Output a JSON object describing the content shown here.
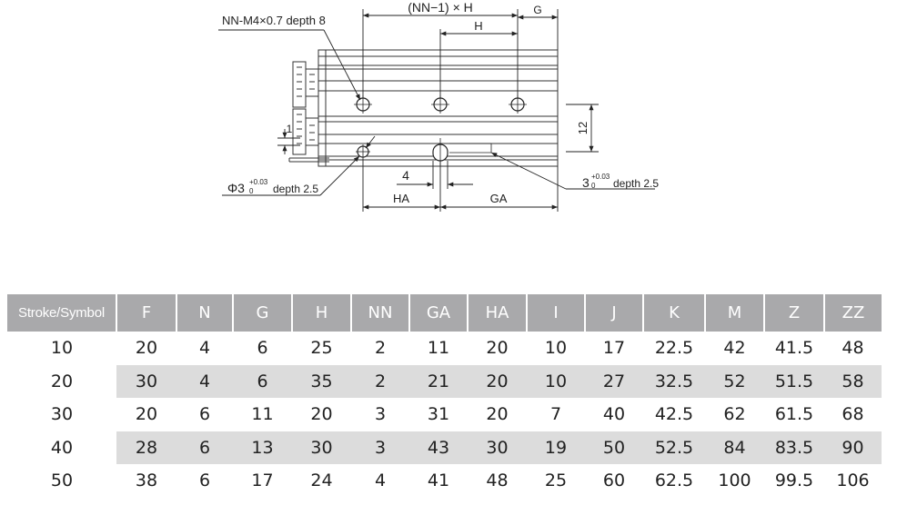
{
  "drawing": {
    "labels": {
      "tap_hole": "NN-M4×0.7 depth 8",
      "pitch_total": "(NN−1) × H",
      "pitch": "H",
      "g": "G",
      "height_12": "12",
      "one": "1",
      "four": "4",
      "ha": "HA",
      "ga": "GA",
      "pin_hole_prefix": "Φ3",
      "pin_hole_tol_upper": "+0.03",
      "pin_hole_tol_lower": "0",
      "pin_hole_depth": "depth 2.5",
      "slot_prefix": "3",
      "slot_tol_upper": "+0.03",
      "slot_tol_lower": "0",
      "slot_depth": "depth 2.5"
    }
  },
  "table": {
    "headers": [
      "Stroke/Symbol",
      "F",
      "N",
      "G",
      "H",
      "NN",
      "GA",
      "HA",
      "I",
      "J",
      "K",
      "M",
      "Z",
      "ZZ"
    ],
    "rows": [
      [
        "10",
        "20",
        "4",
        "6",
        "25",
        "2",
        "11",
        "20",
        "10",
        "17",
        "22.5",
        "42",
        "41.5",
        "48"
      ],
      [
        "20",
        "30",
        "4",
        "6",
        "35",
        "2",
        "21",
        "20",
        "10",
        "27",
        "32.5",
        "52",
        "51.5",
        "58"
      ],
      [
        "30",
        "20",
        "6",
        "11",
        "20",
        "3",
        "31",
        "20",
        "7",
        "40",
        "42.5",
        "62",
        "61.5",
        "68"
      ],
      [
        "40",
        "28",
        "6",
        "13",
        "30",
        "3",
        "43",
        "30",
        "19",
        "50",
        "52.5",
        "84",
        "83.5",
        "90"
      ],
      [
        "50",
        "38",
        "6",
        "17",
        "24",
        "4",
        "41",
        "48",
        "25",
        "60",
        "62.5",
        "100",
        "99.5",
        "106"
      ]
    ]
  }
}
